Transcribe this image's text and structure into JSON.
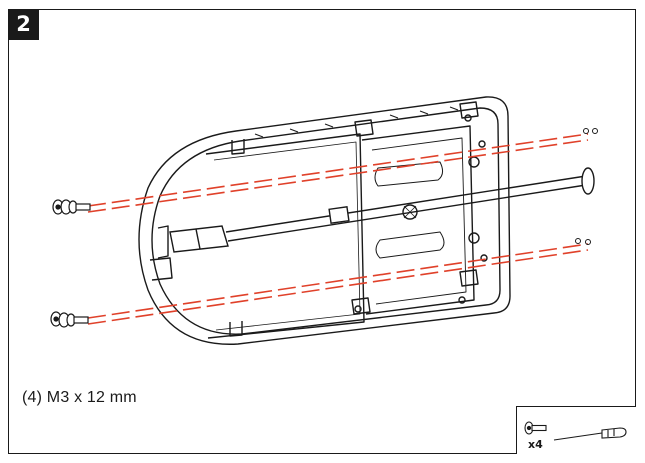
{
  "step": {
    "number": "2"
  },
  "parts": {
    "screw_spec": "(4) M3 x 12 mm"
  },
  "tools": {
    "quantity": "x4"
  },
  "colors": {
    "line": "#1a1a1a",
    "dash": "#e0412a"
  },
  "icons": [
    "screw-icon",
    "screwdriver-icon",
    "mount-bracket-icon"
  ]
}
